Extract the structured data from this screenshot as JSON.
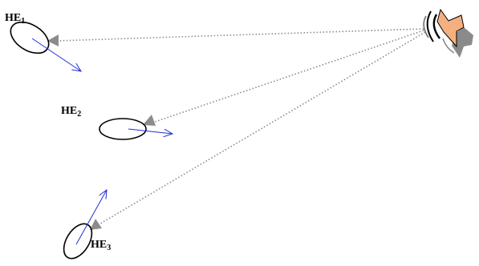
{
  "labels": {
    "he1": {
      "base": "HE",
      "sub": "1"
    },
    "he2": {
      "base": "HE",
      "sub": "2"
    },
    "he3": {
      "base": "HE",
      "sub": "3"
    }
  },
  "colors": {
    "ellipse": "#000000",
    "motion_arrow": "#1f2fd6",
    "signal_line": "#8a8a8a",
    "signal_arrowhead": "#8c8c8c",
    "speaker_body": "#f5b080",
    "speaker_shadow": "#8a8a8a"
  },
  "icons": {
    "source": "loudspeaker-icon",
    "listener": "ellipse-head-icon"
  }
}
